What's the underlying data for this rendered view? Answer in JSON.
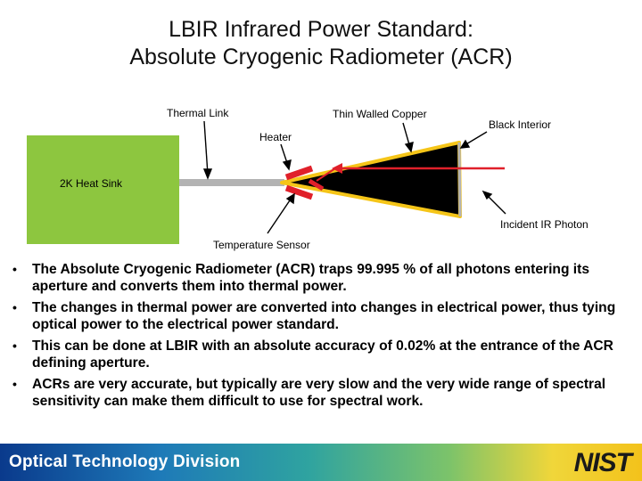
{
  "title": {
    "line1": "LBIR Infrared Power Standard:",
    "line2": "Absolute Cryogenic Radiometer (ACR)"
  },
  "diagram": {
    "labels": {
      "thermal_link": "Thermal Link",
      "thin_walled_copper": "Thin Walled Copper",
      "black_interior": "Black Interior",
      "heater": "Heater",
      "heat_sink": "2K Heat Sink",
      "incident_photon": "Incident IR Photon",
      "temperature_sensor": "Temperature Sensor"
    },
    "colors": {
      "heat_sink": "#8dc63f",
      "cone_fill": "#000000",
      "cone_outline": "#f5c518",
      "heater": "#e0202a",
      "photon": "#e0202a",
      "link": "#b3b3b3"
    }
  },
  "bullets": [
    "The Absolute Cryogenic Radiometer (ACR) traps 99.995 % of all photons entering its aperture and converts them into thermal power.",
    "The changes in thermal power are converted into changes in electrical power, thus tying optical power to the electrical power standard.",
    "This can be done at LBIR with an absolute accuracy of 0.02% at the entrance of the ACR defining aperture.",
    "ACRs are very accurate, but typically are very slow and the very wide range of spectral sensitivity can make them difficult to use for spectral work."
  ],
  "bullet_symbol": "•",
  "footer": {
    "title": "Optical Technology Division",
    "logo": "NIST"
  }
}
